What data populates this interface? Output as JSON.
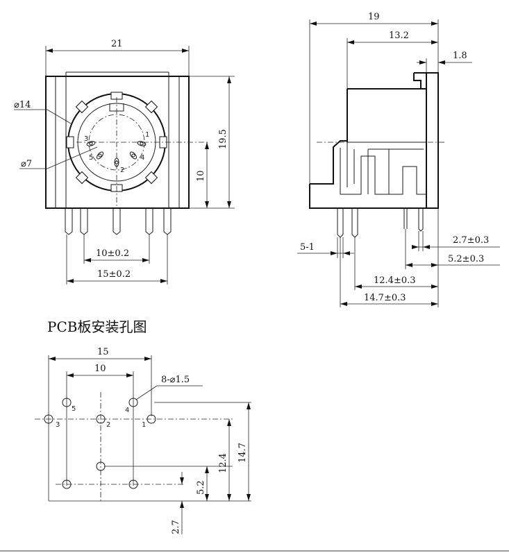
{
  "section_title": "PCB板安装孔图",
  "front_view": {
    "width_dim": "21",
    "height_dim": "19.5",
    "center_height_dim": "10",
    "outer_dia": "⌀14",
    "inner_dia": "⌀7",
    "pin_spacing_inner": "10±0.2",
    "pin_spacing_outer": "15±0.2",
    "pin_labels": [
      "1",
      "2",
      "3",
      "4",
      "5"
    ]
  },
  "side_view": {
    "total_depth": "19",
    "body_depth": "13.2",
    "flange": "1.8",
    "pin_offset_small": "5-1",
    "dim_a": "2.7±0.3",
    "dim_b": "5.2±0.3",
    "dim_c": "12.4±0.3",
    "dim_d": "14.7±0.3"
  },
  "pcb_layout": {
    "span_15": "15",
    "span_10": "10",
    "hole_spec": "8-⌀1.5",
    "v_12_4": "12.4",
    "v_14_7": "14.7",
    "v_5_2": "5.2",
    "v_2_7": "2.7",
    "hole_labels": [
      "5",
      "4",
      "3",
      "2",
      "1"
    ]
  }
}
